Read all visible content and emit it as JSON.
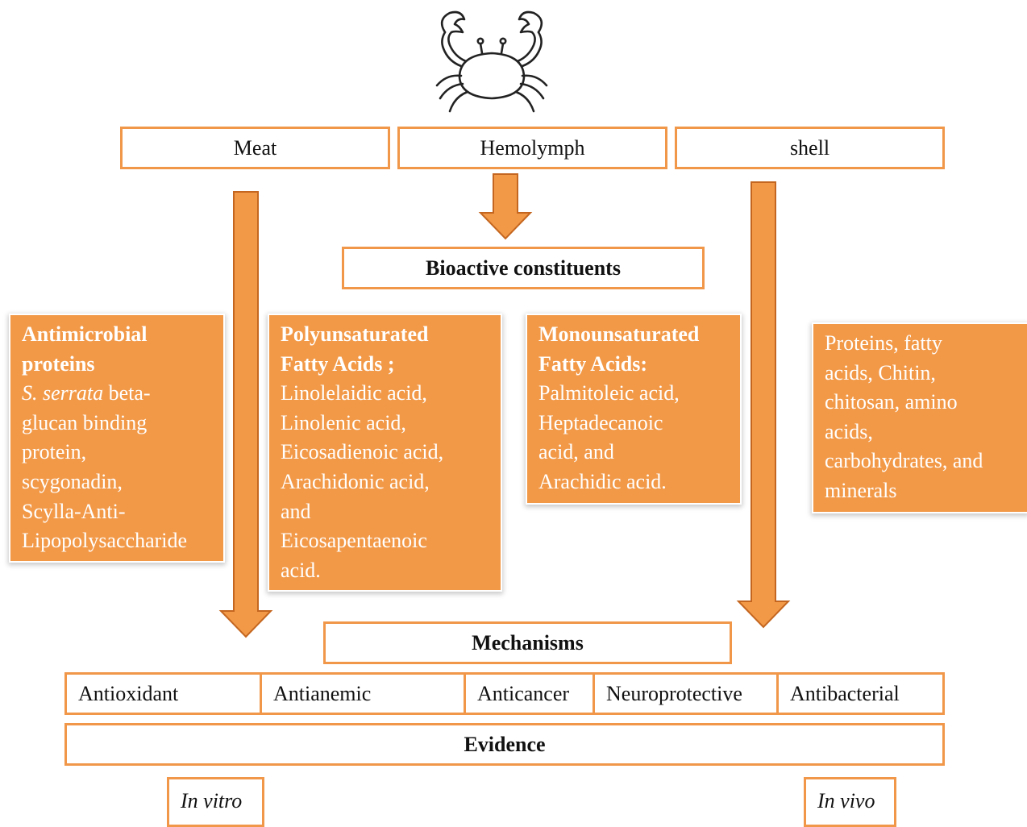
{
  "sources": {
    "meat": "Meat",
    "hemolymph": "Hemolymph",
    "shell": "shell"
  },
  "bioactive_title": "Bioactive constituents",
  "cards": {
    "antimicrobial": {
      "heading_1": "Antimicrobial",
      "heading_2": "proteins",
      "species": "S. serrata",
      "line_1_rest": " beta-",
      "line_2": "glucan binding",
      "line_3": "protein,",
      "line_4": "scygonadin,",
      "line_5": "Scylla-Anti-",
      "line_6": "Lipopolysaccharide"
    },
    "pufa": {
      "heading_1": "Polyunsaturated",
      "heading_2": "Fatty Acids ;",
      "lines": [
        "Linolelaidic acid,",
        "Linolenic acid,",
        "Eicosadienoic acid,",
        "Arachidonic acid,",
        "and",
        "Eicosapentaenoic",
        "acid."
      ]
    },
    "mufa": {
      "heading_1": "Monounsaturated",
      "heading_2": "Fatty Acids:",
      "lines": [
        "Palmitoleic acid,",
        "Heptadecanoic",
        "acid, and",
        "Arachidic acid."
      ]
    },
    "shell": {
      "lines": [
        "Proteins, fatty",
        "acids, Chitin,",
        "chitosan, amino",
        "acids,",
        "carbohydrates, and",
        "minerals"
      ]
    }
  },
  "mechanisms_title": "Mechanisms",
  "mechanisms": [
    "Antioxidant",
    "Antianemic",
    "Anticancer",
    "Neuroprotective",
    "Antibacterial"
  ],
  "evidence_title": "Evidence",
  "evidence": {
    "in_vitro": "In vitro",
    "in_vivo": "In vivo"
  },
  "colors": {
    "accent_orange": "#f29948",
    "border_orange": "#f0974a",
    "arrow_outline": "#c4661f"
  },
  "icons": {
    "top": "crab-icon"
  }
}
